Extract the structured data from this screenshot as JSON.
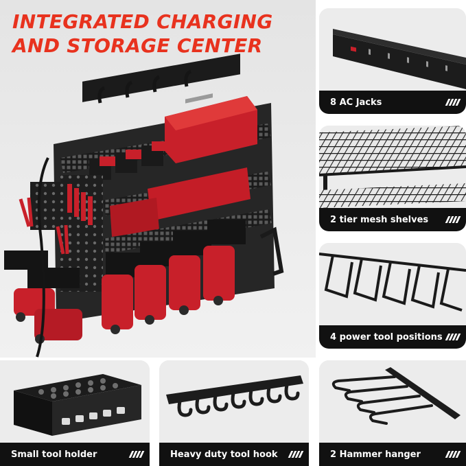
{
  "headline": {
    "line1": "INTEGRATED CHARGING",
    "line2": "AND STORAGE CENTER"
  },
  "features": {
    "ac_jacks": "8 AC Jacks",
    "mesh_shelves": "2 tier mesh shelves",
    "power_tool_positions": "4 power tool positions",
    "small_tool_holder": "Small tool holder",
    "tool_hook": "Heavy duty tool hook",
    "hammer_hanger": "2 Hammer hanger"
  },
  "colors": {
    "headline": "#e8321e",
    "caption_bar": "#111111",
    "rack": "#1c1c1c",
    "tool_red": "#c8202a"
  }
}
